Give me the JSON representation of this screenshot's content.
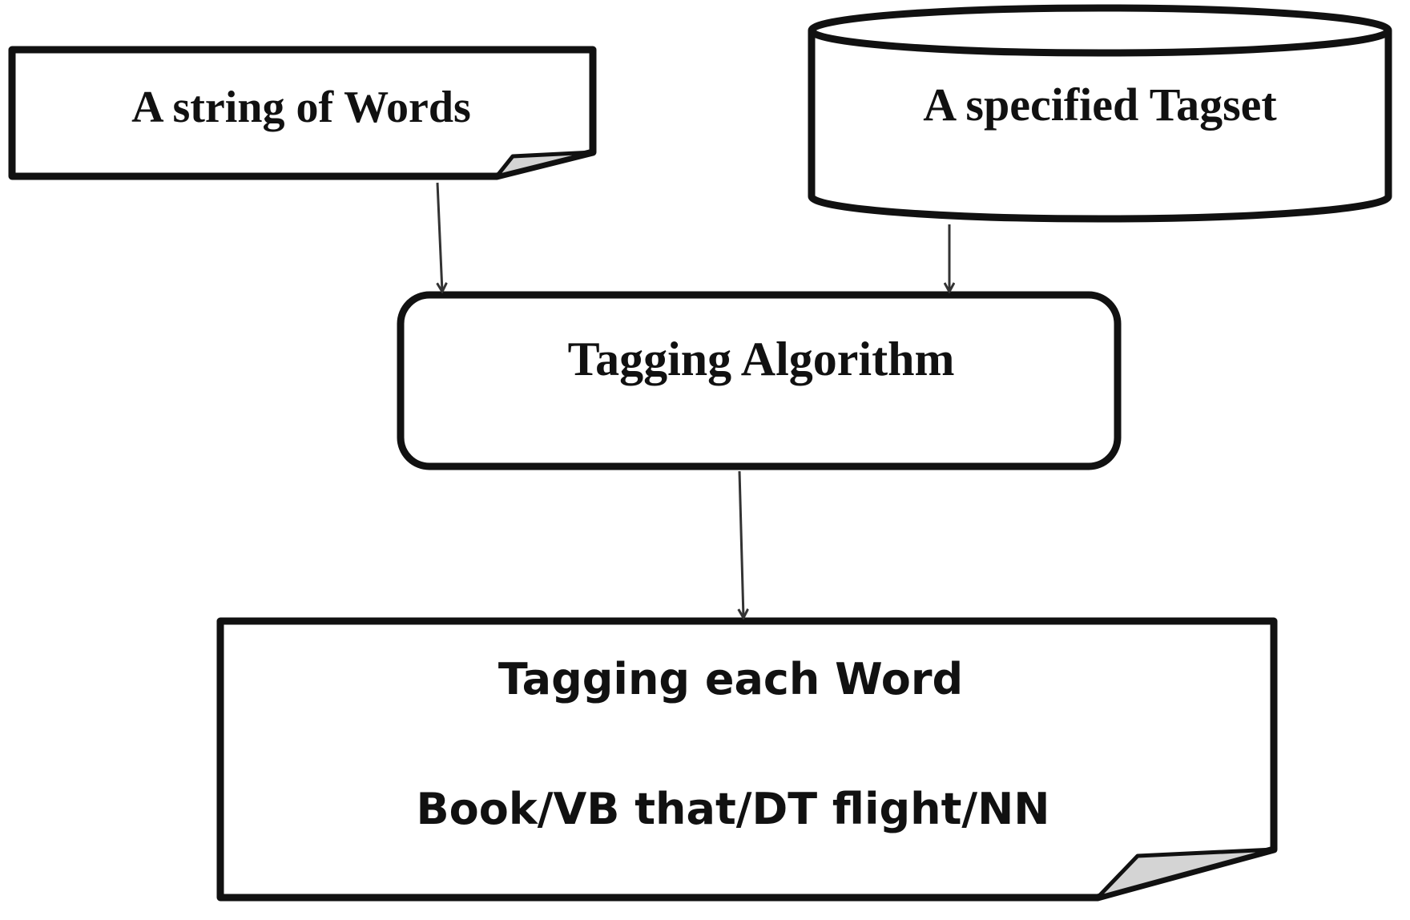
{
  "nodes": {
    "input_words": {
      "label": "A string of Words"
    },
    "tagset": {
      "label": "A specified Tagset"
    },
    "algorithm": {
      "label": "Tagging Algorithm"
    },
    "output": {
      "label": "Tagging each Word",
      "example": "Book/VB that/DT flight/NN"
    }
  },
  "edges": [
    {
      "from": "input_words",
      "to": "algorithm"
    },
    {
      "from": "tagset",
      "to": "algorithm"
    },
    {
      "from": "algorithm",
      "to": "output"
    }
  ]
}
